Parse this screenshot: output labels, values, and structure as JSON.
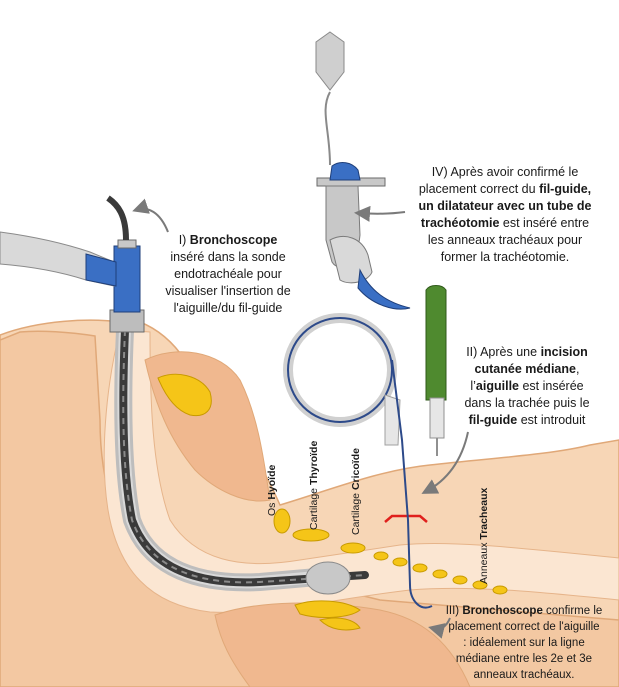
{
  "colors": {
    "tissue": "#f7d6b6",
    "tissue_outline": "#e0a878",
    "cartilage": "#f5c518",
    "cartilage_outline": "#c89a00",
    "scope_dark": "#3a3a3a",
    "scope_grey": "#a9a9a9",
    "connector_blue": "#3a6fc4",
    "guidewire_blue": "#2d4a8a",
    "needle_green": "#4f8a2f",
    "dilator_grey": "#c8c8c8",
    "arrow_grey": "#7a7a7a",
    "incision_red": "#e0201c"
  },
  "captions": {
    "step1": {
      "p1": "I) ",
      "b1": "Bronchoscope",
      "l2": "inséré dans la sonde",
      "l3": "endotrachéale pour",
      "l4": "visualiser l'insertion de",
      "l5": "l'aiguille/du fil-guide"
    },
    "step2": {
      "p1": "II) Après une ",
      "b1": "incision",
      "b2": "cutanée médiane",
      "p2": ",",
      "p3": "l’",
      "b3": "aiguille",
      "p4": " est insérée",
      "l4": "dans la trachée puis le",
      "b4": "fil-guide",
      "p5": " est introduit"
    },
    "step3": {
      "p1": "III) ",
      "b1": "Bronchoscope",
      "p2": " confirme le",
      "l2": "placement correct de l'aiguille",
      "l3": ": idéalement sur la ligne",
      "l4": "médiane entre les 2e et 3e",
      "l5": "anneaux trachéaux."
    },
    "step4": {
      "l1": "IV) Après avoir confirmé le",
      "p1": "placement correct du ",
      "b1": "fil-guide,",
      "b2": "un dilatateur avec un tube de",
      "b3": "trachéotomie",
      "p2": " est inséré entre",
      "l4": "les anneaux trachéaux pour",
      "l5": "former la trachéotomie."
    }
  },
  "anatomy_labels": {
    "hyoid_prefix": "Os ",
    "hyoid_bold": "Hyoïde",
    "thyroid_prefix": "Cartilage ",
    "thyroid_bold": "Thyroïde",
    "cricoid_prefix": "Cartilage ",
    "cricoid_bold": "Cricoïde",
    "rings_prefix": "Anneaux ",
    "rings_bold": "Tracheaux"
  },
  "icons": [
    "bronchoscope-icon",
    "endotracheal-tube-icon",
    "needle-icon",
    "guidewire-icon",
    "dilator-icon",
    "tracheostomy-tube-icon",
    "pointer-arrow-icon"
  ]
}
